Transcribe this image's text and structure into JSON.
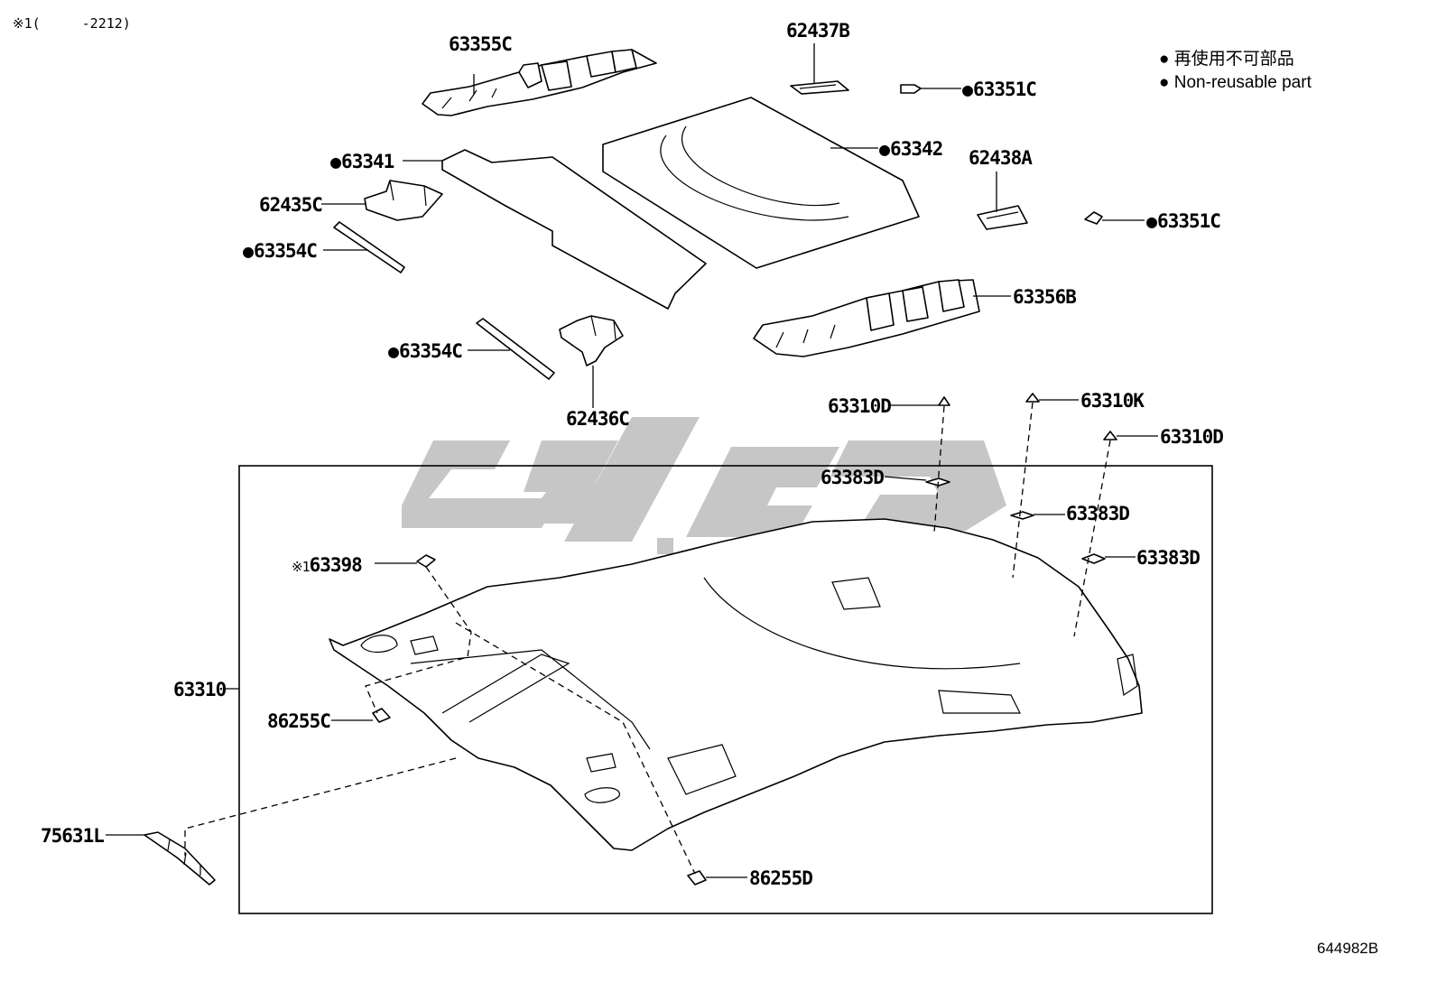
{
  "note": {
    "marker": "※1",
    "paren_open": "(",
    "range": "-2212",
    "paren_close": ")"
  },
  "legend": {
    "line1": "再使用不可部品",
    "line2": "Non-reusable part",
    "dot_symbol": "●"
  },
  "doc_number": "644982B",
  "parts": [
    {
      "id": "63355C",
      "label": "63355C"
    },
    {
      "id": "62437B",
      "label": "62437B"
    },
    {
      "id": "63351C-a",
      "label": "63351C",
      "non_reusable": true
    },
    {
      "id": "63341",
      "label": "63341",
      "non_reusable": true
    },
    {
      "id": "63342",
      "label": "63342",
      "non_reusable": true
    },
    {
      "id": "62438A",
      "label": "62438A"
    },
    {
      "id": "62435C",
      "label": "62435C"
    },
    {
      "id": "63351C-b",
      "label": "63351C",
      "non_reusable": true
    },
    {
      "id": "63354C-a",
      "label": "63354C",
      "non_reusable": true
    },
    {
      "id": "63356B",
      "label": "63356B"
    },
    {
      "id": "63354C-b",
      "label": "63354C",
      "non_reusable": true
    },
    {
      "id": "62436C",
      "label": "62436C"
    },
    {
      "id": "63310D-a",
      "label": "63310D"
    },
    {
      "id": "63310K",
      "label": "63310K"
    },
    {
      "id": "63310D-b",
      "label": "63310D"
    },
    {
      "id": "63383D-a",
      "label": "63383D"
    },
    {
      "id": "63383D-b",
      "label": "63383D"
    },
    {
      "id": "63383D-c",
      "label": "63383D"
    },
    {
      "id": "63398",
      "label": "63398",
      "prefix": "※1"
    },
    {
      "id": "63310",
      "label": "63310"
    },
    {
      "id": "86255C",
      "label": "86255C"
    },
    {
      "id": "75631L",
      "label": "75631L"
    },
    {
      "id": "86255D",
      "label": "86255D"
    }
  ]
}
